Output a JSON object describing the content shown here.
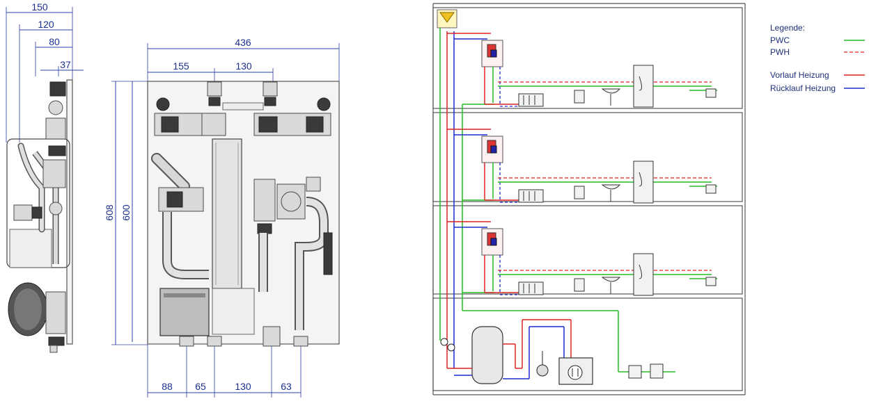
{
  "side_view": {
    "dims": [
      "150",
      "120",
      "80",
      "37"
    ]
  },
  "front_view": {
    "top_dims": [
      "436",
      "155",
      "130"
    ],
    "left_dims": [
      "608",
      "600"
    ],
    "bottom_dims": [
      "88",
      "65",
      "130",
      "63"
    ]
  },
  "schematic": {
    "legend_title": "Legende:",
    "legend": [
      {
        "label": "PWC",
        "color": "#22bb22",
        "style": "solid"
      },
      {
        "label": "PWH",
        "color": "#dd2222",
        "style": "dashed"
      },
      {
        "label": "Vorlauf Heizung",
        "color": "#dd2222",
        "style": "solid"
      },
      {
        "label": "Rücklauf Heizung",
        "color": "#1b2bd0",
        "style": "solid"
      }
    ]
  }
}
